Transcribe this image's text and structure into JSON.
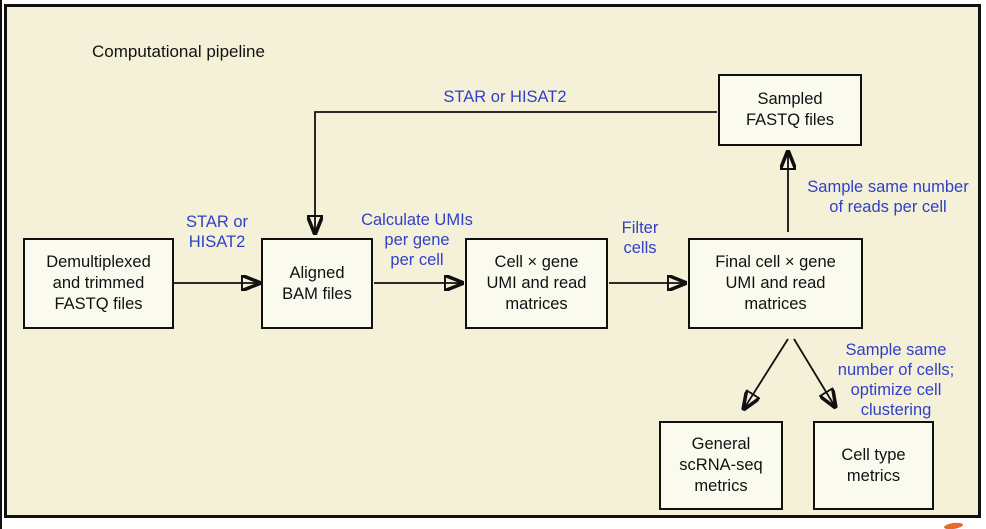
{
  "title": "Computational pipeline",
  "colors": {
    "background": "#f5f1d8",
    "box_fill": "#fbfaef",
    "frame_border": "#101010",
    "label_blue": "#3040c8",
    "swoosh_orange": "#e8692f"
  },
  "boxes": {
    "demux": {
      "lines": [
        "Demultiplexed",
        "and trimmed",
        "FASTQ files"
      ]
    },
    "aligned": {
      "lines": [
        "Aligned",
        "BAM files"
      ]
    },
    "cellgene": {
      "lines": [
        "Cell × gene",
        "UMI and read",
        "matrices"
      ]
    },
    "final": {
      "lines": [
        "Final cell × gene",
        "UMI and read",
        "matrices"
      ]
    },
    "sampled": {
      "lines": [
        "Sampled",
        "FASTQ files"
      ]
    },
    "general": {
      "lines": [
        "General",
        "scRNA-seq",
        "metrics"
      ]
    },
    "celltype": {
      "lines": [
        "Cell type",
        "metrics"
      ]
    }
  },
  "labels": {
    "star_top": {
      "lines": [
        "STAR or HISAT2"
      ]
    },
    "star_left": {
      "lines": [
        "STAR or",
        "HISAT2"
      ]
    },
    "calc_umis": {
      "lines": [
        "Calculate UMIs",
        "per gene",
        "per cell"
      ]
    },
    "filter": {
      "lines": [
        "Filter",
        "cells"
      ]
    },
    "sample_reads": {
      "lines": [
        "Sample same number",
        "of reads per cell"
      ]
    },
    "sample_cells": {
      "lines": [
        "Sample same",
        "number of cells;",
        "optimize cell",
        "clustering"
      ]
    }
  }
}
